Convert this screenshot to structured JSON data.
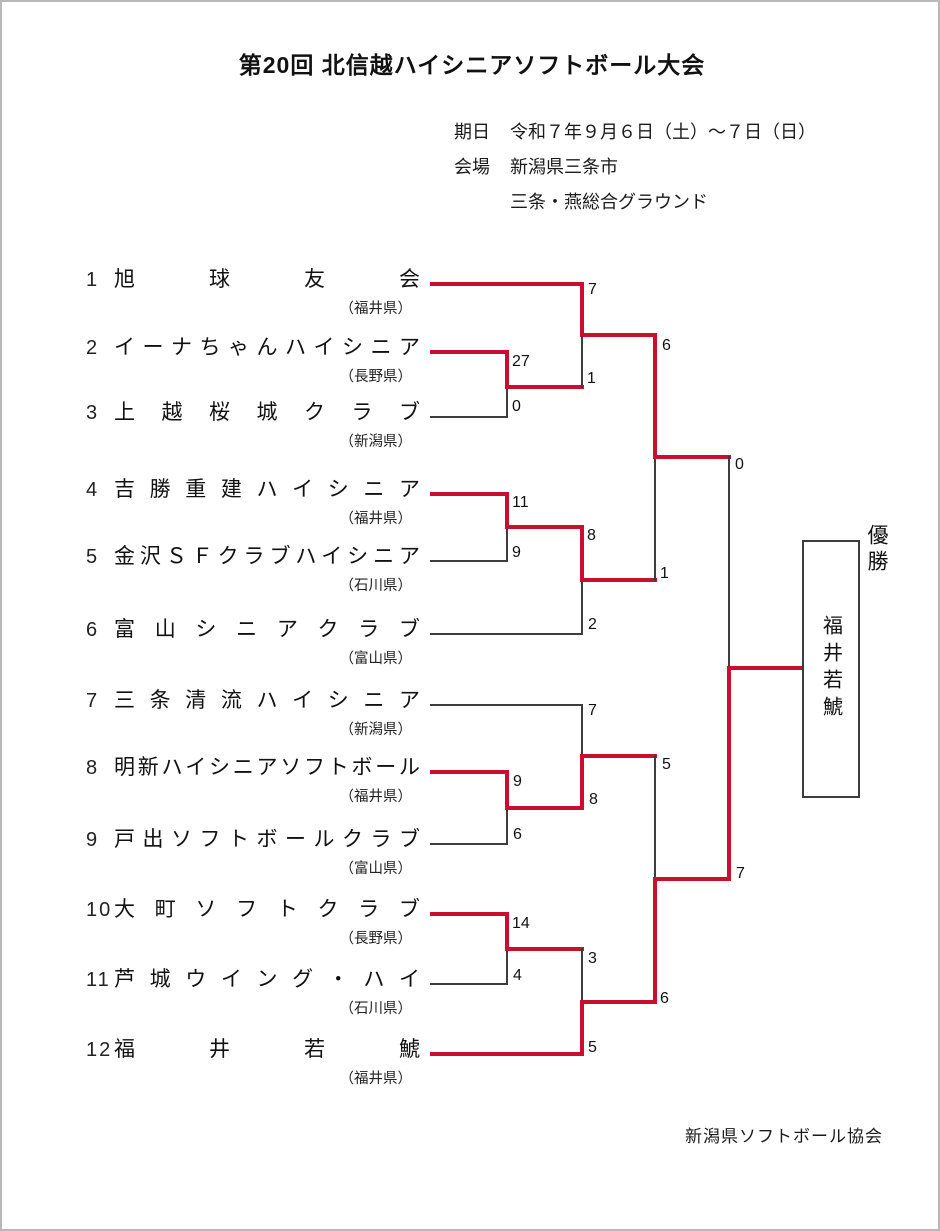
{
  "page": {
    "title": "第20回 北信越ハイシニアソフトボール大会",
    "organizer": "新潟県ソフトボール協会"
  },
  "info": {
    "date_label": "期日",
    "date_value": "令和７年９月６日（土）～７日（日）",
    "venue_label": "会場",
    "venue_value": "新潟県三条市",
    "venue_detail": "三条・燕総合グラウンド"
  },
  "teams": [
    {
      "seed": "1",
      "name": "旭球友会",
      "prefecture": "（福井県）"
    },
    {
      "seed": "2",
      "name": "イーナちゃんハイシニア",
      "prefecture": "（長野県）"
    },
    {
      "seed": "3",
      "name": "上越桜城クラブ",
      "prefecture": "（新潟県）"
    },
    {
      "seed": "4",
      "name": "吉勝重建ハイシニア",
      "prefecture": "（福井県）"
    },
    {
      "seed": "5",
      "name": "金沢ＳＦクラブハイシニア",
      "prefecture": "（石川県）"
    },
    {
      "seed": "6",
      "name": "富山シニアクラブ",
      "prefecture": "（富山県）"
    },
    {
      "seed": "7",
      "name": "三条清流ハイシニア",
      "prefecture": "（新潟県）"
    },
    {
      "seed": "8",
      "name": "明新ハイシニアソフトボール",
      "prefecture": "（福井県）"
    },
    {
      "seed": "9",
      "name": "戸出ソフトボールクラブ",
      "prefecture": "（富山県）"
    },
    {
      "seed": "10",
      "name": "大町ソフトクラブ",
      "prefecture": "（長野県）"
    },
    {
      "seed": "11",
      "name": "芦城ウイング・ハイ",
      "prefecture": "（石川県）"
    },
    {
      "seed": "12",
      "name": "福井若鯱",
      "prefecture": "（福井県）"
    }
  ],
  "matches": {
    "round1": {
      "m_2v3": {
        "top_score": "27",
        "bottom_score": "0"
      },
      "m_4v5": {
        "top_score": "11",
        "bottom_score": "9"
      },
      "m_8v9": {
        "top_score": "9",
        "bottom_score": "6"
      },
      "m_10v11": {
        "top_score": "14",
        "bottom_score": "4"
      }
    },
    "quarterfinals": {
      "qf1": {
        "top_score": "7",
        "bottom_score": "1"
      },
      "qf2": {
        "top_score": "8",
        "bottom_score": "2"
      },
      "qf3": {
        "top_score": "7",
        "bottom_score": "8"
      },
      "qf4": {
        "top_score": "3",
        "bottom_score": "5"
      }
    },
    "semifinals": {
      "sf1": {
        "top_score": "6",
        "bottom_score": "1"
      },
      "sf2": {
        "top_score": "5",
        "bottom_score": "6"
      }
    },
    "final": {
      "top_score": "0",
      "bottom_score": "7"
    }
  },
  "champion": {
    "label": "優勝",
    "name": "福井若鯱"
  },
  "colors": {
    "winner_path_red": "#c8102e",
    "line_dark": "#3d3d3d"
  }
}
